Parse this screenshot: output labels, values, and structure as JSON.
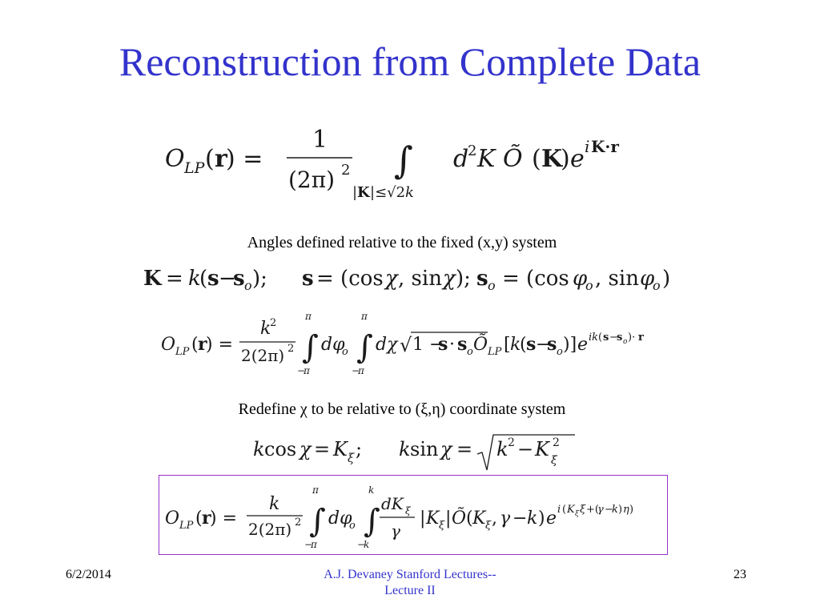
{
  "slide": {
    "title": "Reconstruction from Complete Data",
    "caption1": "Angles defined relative to the fixed (x,y) system",
    "caption2": "Redefine χ to be relative to (ξ,η) coordinate system",
    "footer": {
      "date": "6/2/2014",
      "credit_line1": "A.J. Devaney Stanford Lectures--",
      "credit_line2": "Lecture II",
      "page_number": "23"
    }
  },
  "colors": {
    "title": "#3333cc",
    "footer_credit": "#3333cc",
    "box_border": "#9933cc"
  }
}
